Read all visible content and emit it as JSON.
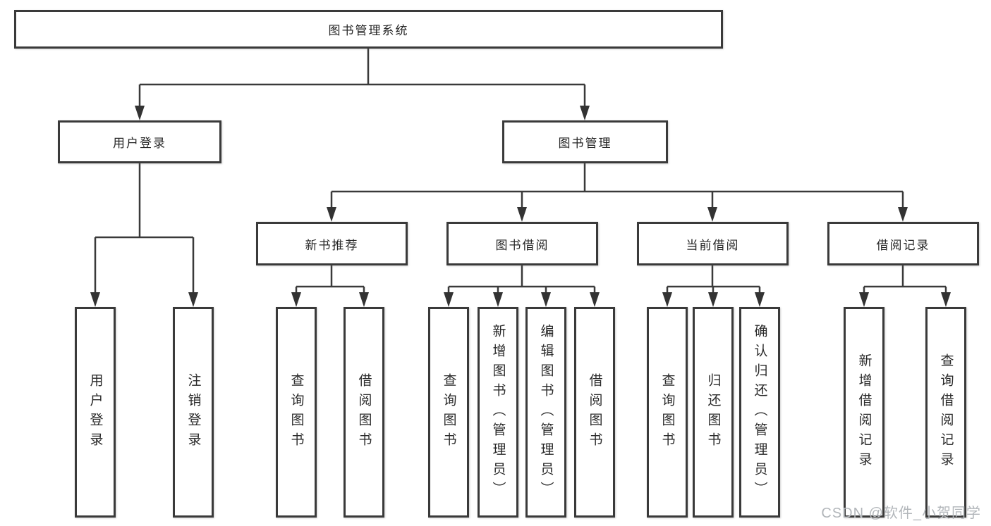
{
  "diagram": {
    "root": {
      "label": "图书管理系统"
    },
    "level2": [
      {
        "label": "用户登录"
      },
      {
        "label": "图书管理"
      }
    ],
    "level3": [
      {
        "label": "新书推荐"
      },
      {
        "label": "图书借阅"
      },
      {
        "label": "当前借阅"
      },
      {
        "label": "借阅记录"
      }
    ],
    "leaves": {
      "login": [
        "用户登录",
        "注销登录"
      ],
      "newbook": [
        "查询图书",
        "借阅图书"
      ],
      "borrow": [
        "查询图书",
        "新增图书（管理员）",
        "编辑图书（管理员）",
        "借阅图书"
      ],
      "current": [
        "查询图书",
        "归还图书",
        "确认归还（管理员）"
      ],
      "records": [
        "新增借阅记录",
        "查询借阅记录"
      ]
    }
  },
  "colors": {
    "line": "#3a3a3a",
    "text": "#262626",
    "watermark": "#b2b6ba"
  },
  "watermark": "CSDN @软件_小贺同学"
}
